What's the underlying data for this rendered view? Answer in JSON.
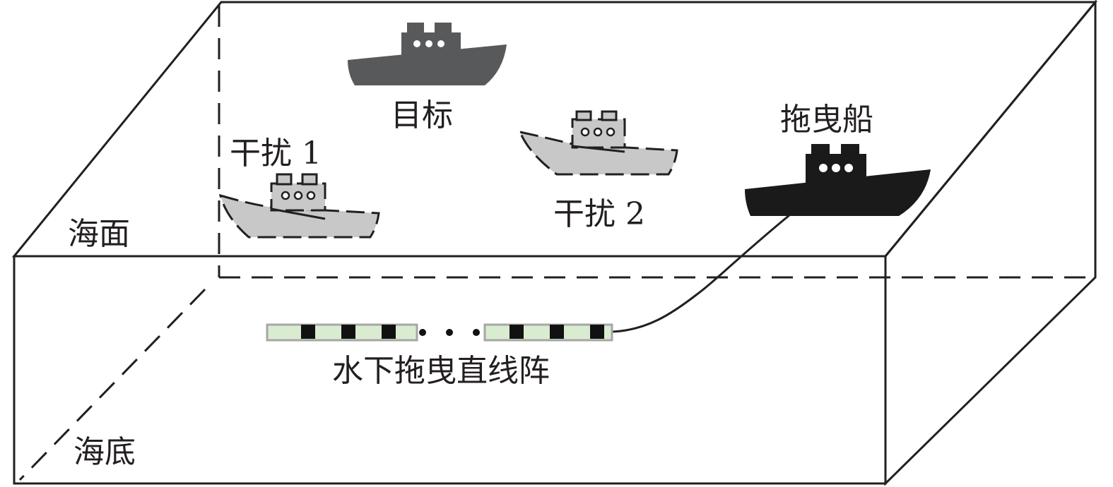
{
  "labels": {
    "target": "目标",
    "interference_1": "干扰 1",
    "interference_2": "干扰 2",
    "tow_ship": "拖曳船",
    "sea_surface": "海面",
    "seabed": "海底",
    "towed_array": "水下拖曳直线阵"
  },
  "colors": {
    "target_ship": "#58595b",
    "interference_ship": "#c8c8c8",
    "tow_ship": "#1a1a1a",
    "array_segment": "#d9ecd0",
    "array_border": "#a6a6a6",
    "sensor": "#111111",
    "line": "#231f20"
  },
  "icons": {
    "target": "ship-icon",
    "interference_1": "ship-icon",
    "interference_2": "ship-icon",
    "tow_ship": "ship-icon"
  }
}
